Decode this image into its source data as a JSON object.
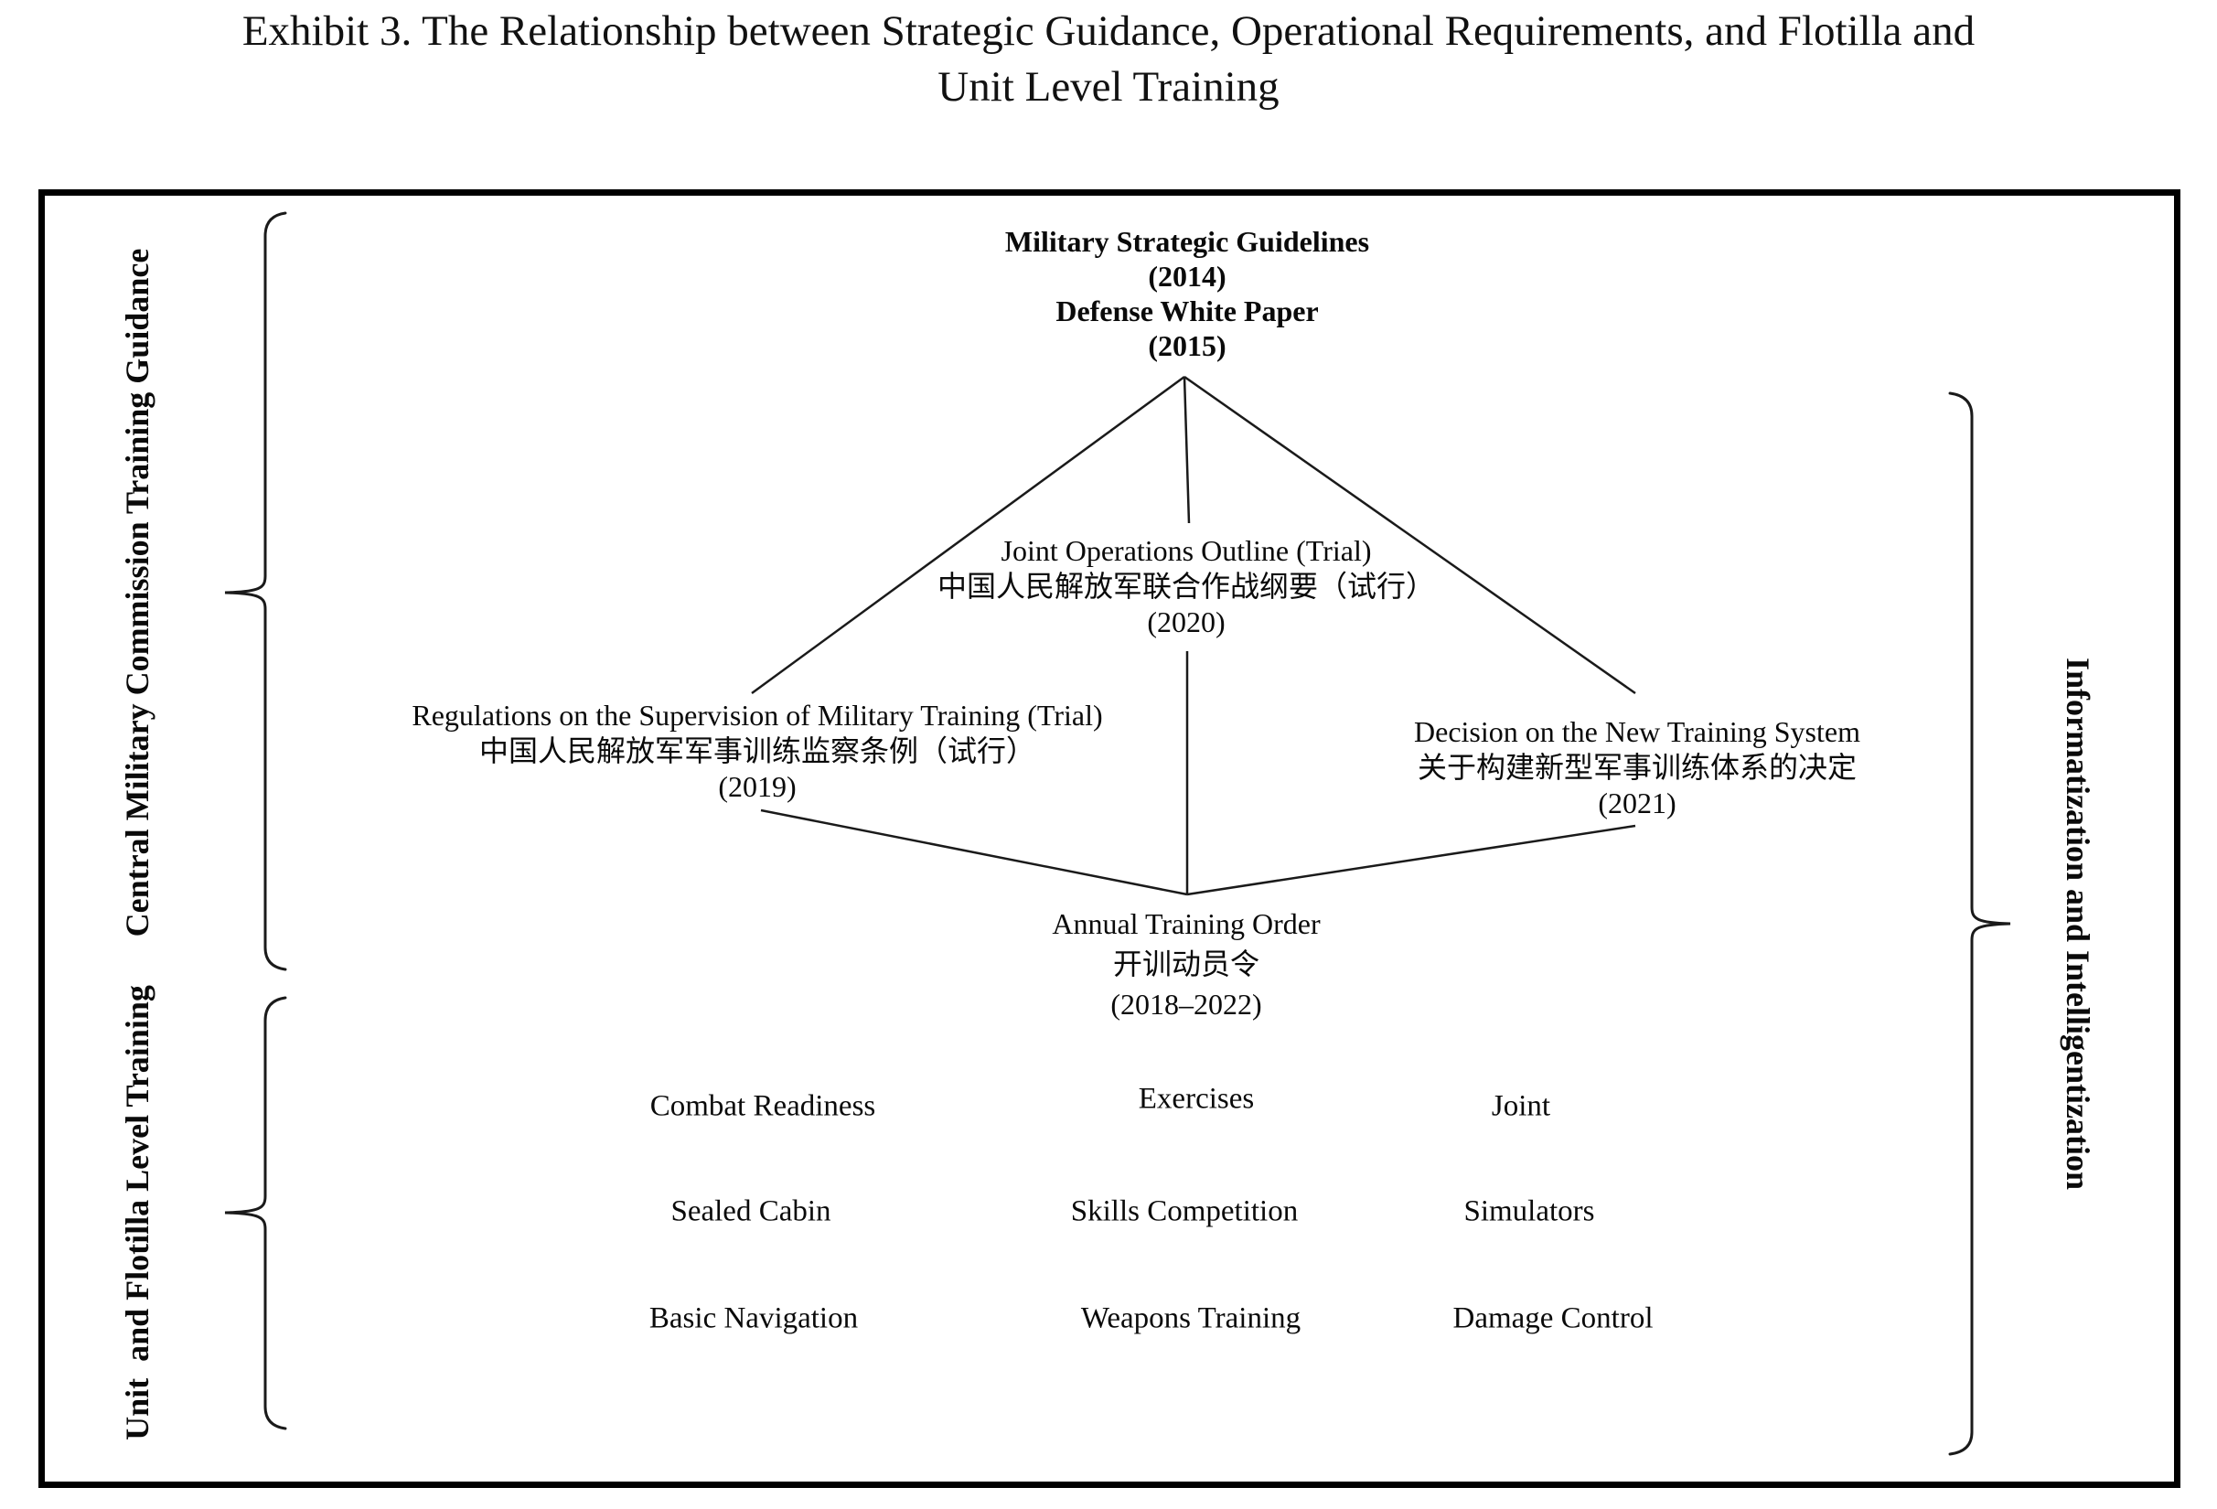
{
  "title": {
    "line1": "Exhibit 3. The Relationship between Strategic Guidance, Operational Requirements, and Flotilla and",
    "line2": "Unit Level Training"
  },
  "side_labels": {
    "left_top": "Central Military Commission Training Guidance",
    "left_bottom": "Unit  and Flotilla Level Training",
    "right": "Informatization and Intelligentization"
  },
  "nodes": {
    "strategic_guidance": {
      "lines": [
        "Military Strategic Guidelines",
        "(2014)",
        "Defense White Paper",
        "(2015)"
      ]
    },
    "joint_operations_outline": {
      "en": "Joint Operations Outline (Trial)",
      "zh": "中国人民解放军联合作战纲要（试行）",
      "year": "(2020)"
    },
    "supervision_regulations": {
      "en": "Regulations on the Supervision of Military Training (Trial)",
      "zh": "中国人民解放军军事训练监察条例（试行）",
      "year": "(2019)"
    },
    "new_training_system_decision": {
      "en": "Decision on the New Training System",
      "zh": "关于构建新型军事训练体系的决定",
      "year": "(2021)"
    },
    "annual_training_order": {
      "en": "Annual Training Order",
      "zh": "开训动员令",
      "year": "(2018–2022)"
    }
  },
  "training_grid": {
    "rows": [
      [
        "Combat Readiness",
        "Exercises",
        "Joint"
      ],
      [
        "Sealed Cabin",
        "Skills Competition",
        "Simulators"
      ],
      [
        "Basic Navigation",
        "Weapons Training",
        "Damage Control"
      ]
    ]
  },
  "colors": {
    "ink": "#000000",
    "background": "#ffffff"
  }
}
